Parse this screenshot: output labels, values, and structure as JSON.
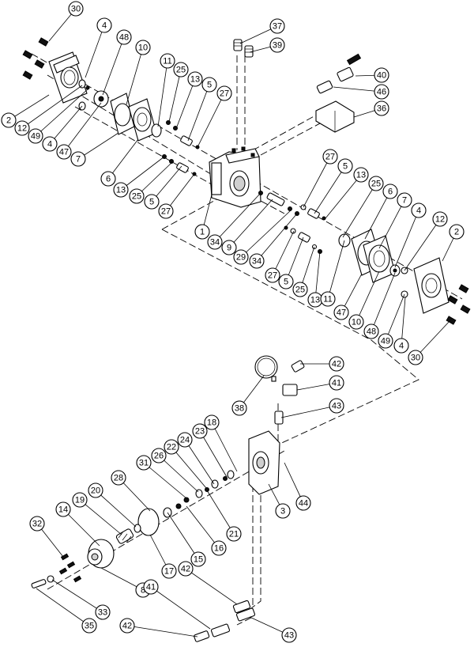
{
  "diagram": {
    "callouts": [
      {
        "label": "30"
      },
      {
        "label": "4"
      },
      {
        "label": "48"
      },
      {
        "label": "10"
      },
      {
        "label": "37"
      },
      {
        "label": "39"
      },
      {
        "label": "11"
      },
      {
        "label": "25"
      },
      {
        "label": "13"
      },
      {
        "label": "5"
      },
      {
        "label": "27"
      },
      {
        "label": "40"
      },
      {
        "label": "46"
      },
      {
        "label": "36"
      },
      {
        "label": "2"
      },
      {
        "label": "12"
      },
      {
        "label": "49"
      },
      {
        "label": "4"
      },
      {
        "label": "47"
      },
      {
        "label": "7"
      },
      {
        "label": "6"
      },
      {
        "label": "13"
      },
      {
        "label": "25"
      },
      {
        "label": "5"
      },
      {
        "label": "27"
      },
      {
        "label": "27"
      },
      {
        "label": "5"
      },
      {
        "label": "13"
      },
      {
        "label": "25"
      },
      {
        "label": "6"
      },
      {
        "label": "7"
      },
      {
        "label": "4"
      },
      {
        "label": "12"
      },
      {
        "label": "2"
      },
      {
        "label": "1"
      },
      {
        "label": "34"
      },
      {
        "label": "9"
      },
      {
        "label": "29"
      },
      {
        "label": "34"
      },
      {
        "label": "27"
      },
      {
        "label": "5"
      },
      {
        "label": "25"
      },
      {
        "label": "13"
      },
      {
        "label": "11"
      },
      {
        "label": "47"
      },
      {
        "label": "10"
      },
      {
        "label": "48"
      },
      {
        "label": "49"
      },
      {
        "label": "4"
      },
      {
        "label": "30"
      },
      {
        "label": "42"
      },
      {
        "label": "41"
      },
      {
        "label": "38"
      },
      {
        "label": "43"
      },
      {
        "label": "18"
      },
      {
        "label": "23"
      },
      {
        "label": "24"
      },
      {
        "label": "22"
      },
      {
        "label": "26"
      },
      {
        "label": "31"
      },
      {
        "label": "28"
      },
      {
        "label": "20"
      },
      {
        "label": "19"
      },
      {
        "label": "14"
      },
      {
        "label": "32"
      },
      {
        "label": "3"
      },
      {
        "label": "44"
      },
      {
        "label": "21"
      },
      {
        "label": "16"
      },
      {
        "label": "15"
      },
      {
        "label": "17"
      },
      {
        "label": "8"
      },
      {
        "label": "42"
      },
      {
        "label": "41"
      },
      {
        "label": "33"
      },
      {
        "label": "35"
      },
      {
        "label": "42"
      },
      {
        "label": "43"
      }
    ]
  }
}
